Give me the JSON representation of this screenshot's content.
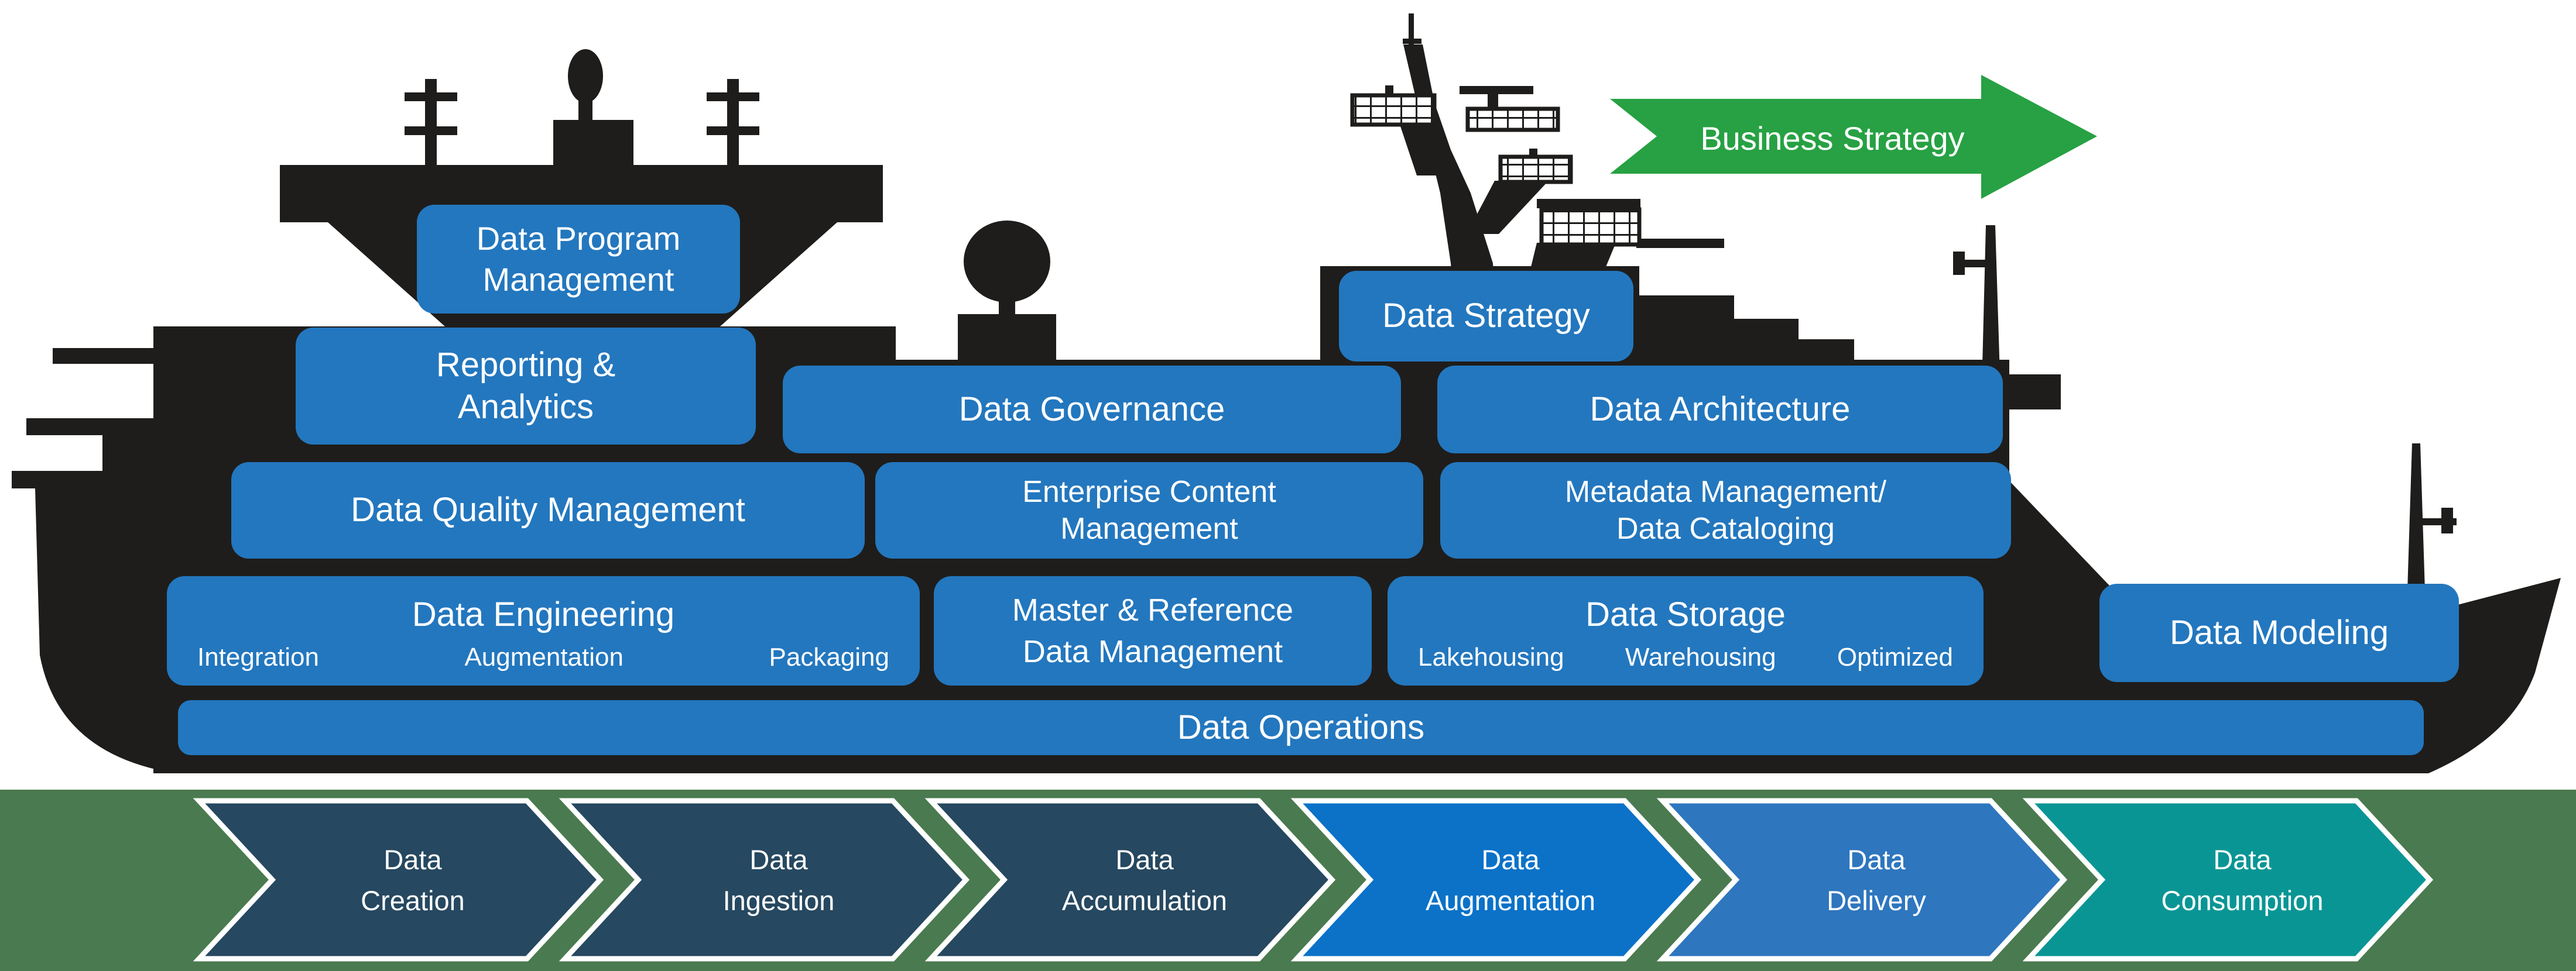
{
  "boxes": {
    "data_program_management": {
      "label": "Data Program\nManagement"
    },
    "reporting_analytics": {
      "label": "Reporting &\nAnalytics"
    },
    "data_strategy": {
      "label": "Data Strategy"
    },
    "data_governance": {
      "label": "Data Governance"
    },
    "data_architecture": {
      "label": "Data Architecture"
    },
    "data_quality_management": {
      "label": "Data Quality Management"
    },
    "enterprise_content_management": {
      "label": "Enterprise Content\nManagement"
    },
    "metadata_management": {
      "label": "Metadata Management/\nData Cataloging"
    },
    "data_engineering": {
      "label": "Data Engineering",
      "sub": [
        "Integration",
        "Augmentation",
        "Packaging"
      ]
    },
    "master_reference": {
      "label": "Master & Reference\nData Management"
    },
    "data_storage": {
      "label": "Data Storage",
      "sub": [
        "Lakehousing",
        "Warehousing",
        "Optimized"
      ]
    },
    "data_modeling": {
      "label": "Data Modeling"
    },
    "data_operations": {
      "label": "Data Operations"
    }
  },
  "strategy_arrow": {
    "label": "Business Strategy",
    "color": "#27A143"
  },
  "lifecycle": {
    "band_color": "#4A7A4F",
    "stages": [
      {
        "label": "Data\nCreation",
        "color": "#264860"
      },
      {
        "label": "Data\nIngestion",
        "color": "#264860"
      },
      {
        "label": "Data\nAccumulation",
        "color": "#264860"
      },
      {
        "label": "Data\nAugmentation",
        "color": "#0B72C8"
      },
      {
        "label": "Data\nDelivery",
        "color": "#2E76BE"
      },
      {
        "label": "Data\nConsumption",
        "color": "#0A9595"
      }
    ]
  },
  "colors": {
    "box_blue": "#2377BE",
    "ship_black": "#1E1D1B",
    "text_white": "#FFFFFF"
  }
}
